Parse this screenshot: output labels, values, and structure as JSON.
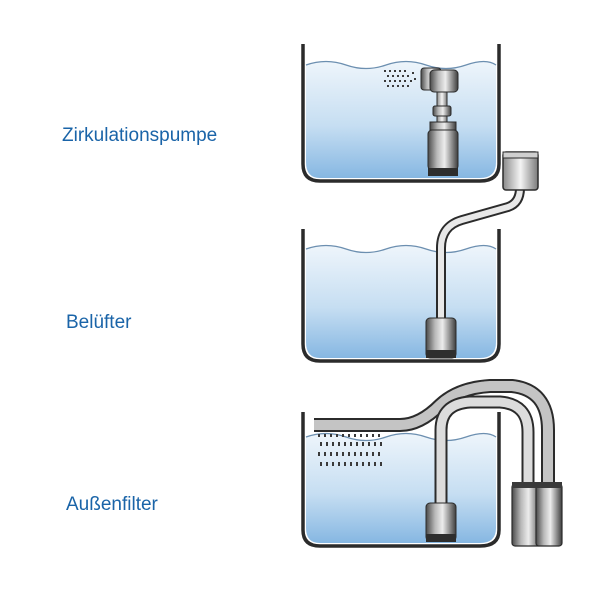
{
  "labels": {
    "circulation_pump": "Zirkulationspumpe",
    "aerator": "Belüfter",
    "external_filter": "Außenfilter"
  },
  "colors": {
    "label_text": "#1a64a8",
    "outline": "#2b2b2b",
    "water_top": "#e6f1fa",
    "water_bottom": "#8fbde4",
    "device_metal": "#8a8a8a",
    "hose_gray": "#b9b9b9"
  },
  "icons": {
    "tank": "aquarium-tank-icon",
    "pump": "pump-icon",
    "air_pump": "air-pump-icon",
    "filter": "canister-filter-icon"
  }
}
